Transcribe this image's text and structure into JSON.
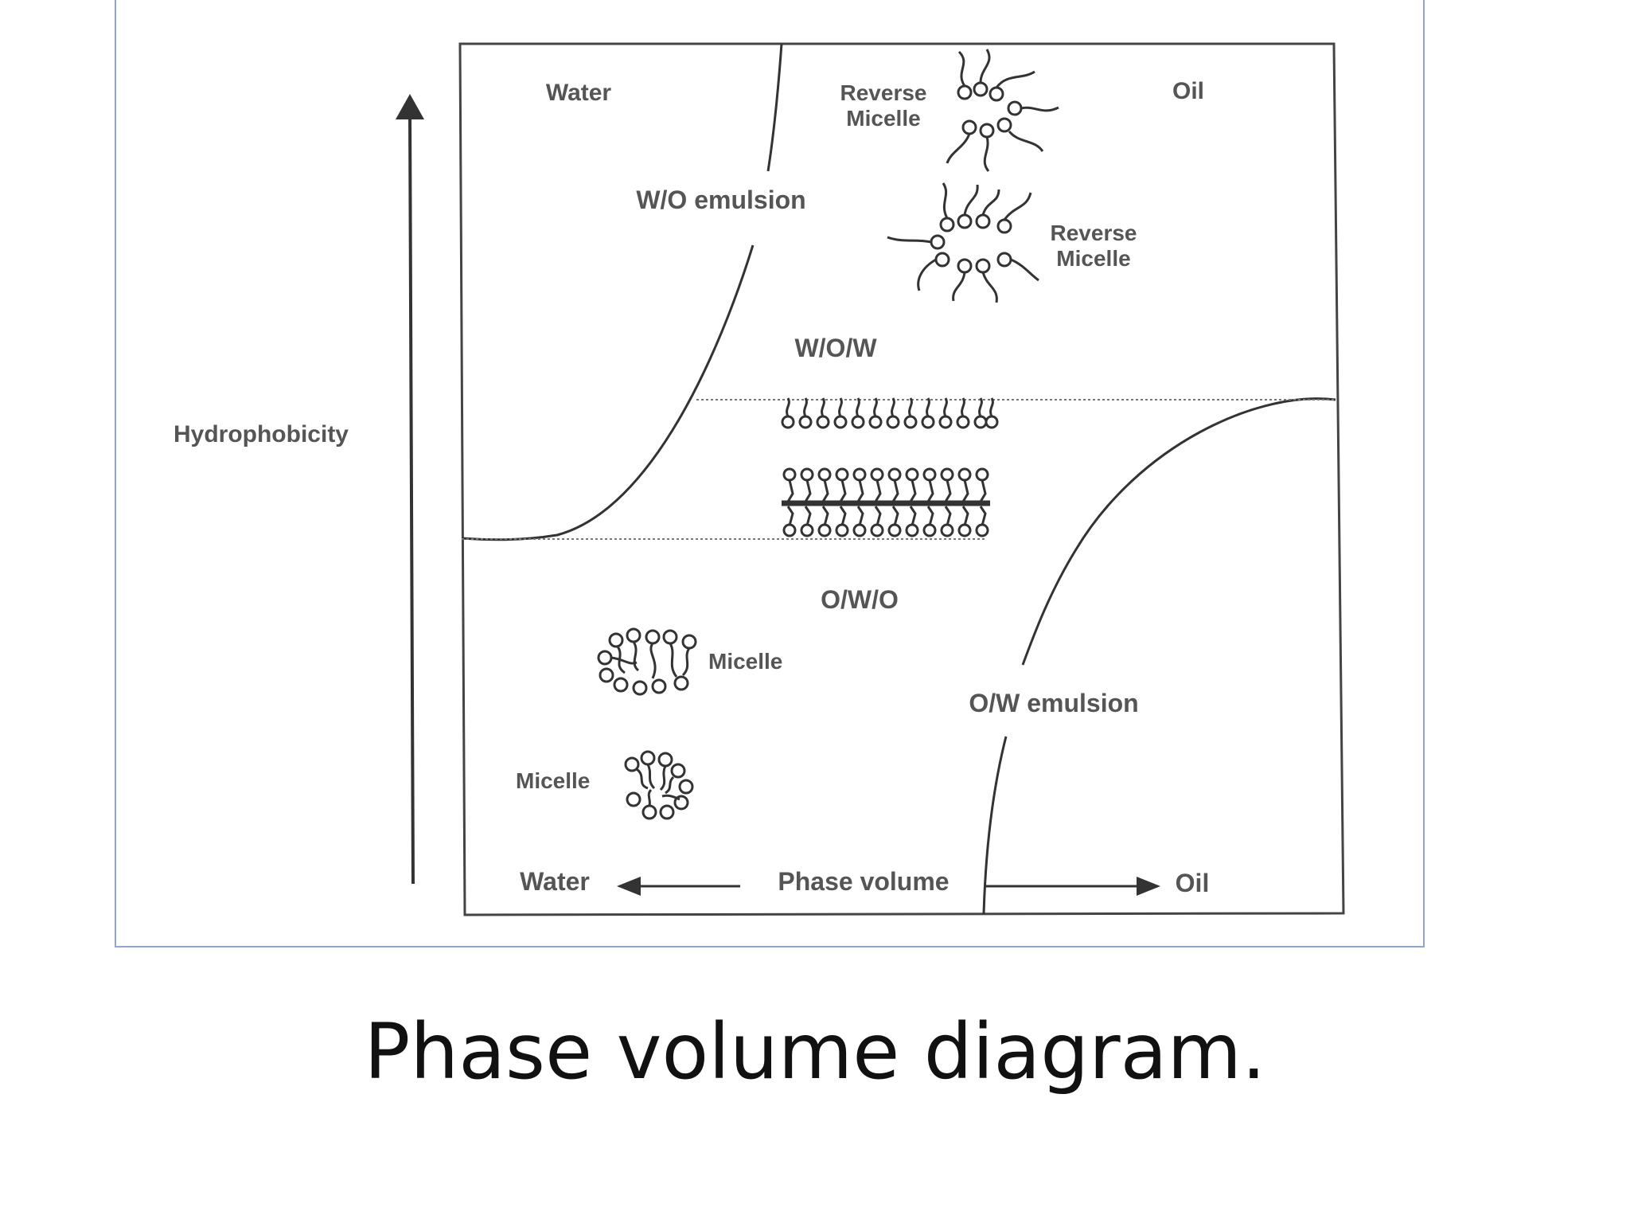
{
  "diagram": {
    "axis_label": "Hydrophobicity",
    "labels": {
      "water_top": "Water",
      "oil_top": "Oil",
      "reverse_micelle_1_line1": "Reverse",
      "reverse_micelle_1_line2": "Micelle",
      "reverse_micelle_2_line1": "Reverse",
      "reverse_micelle_2_line2": "Micelle",
      "wo_emulsion": "W/O emulsion",
      "wow": "W/O/W",
      "owo": "O/W/O",
      "micelle_1": "Micelle",
      "micelle_2": "Micelle",
      "ow_emulsion": "O/W emulsion",
      "water_bottom": "Water",
      "phase_volume": "Phase volume",
      "oil_bottom": "Oil"
    }
  },
  "caption": "Phase volume diagram."
}
